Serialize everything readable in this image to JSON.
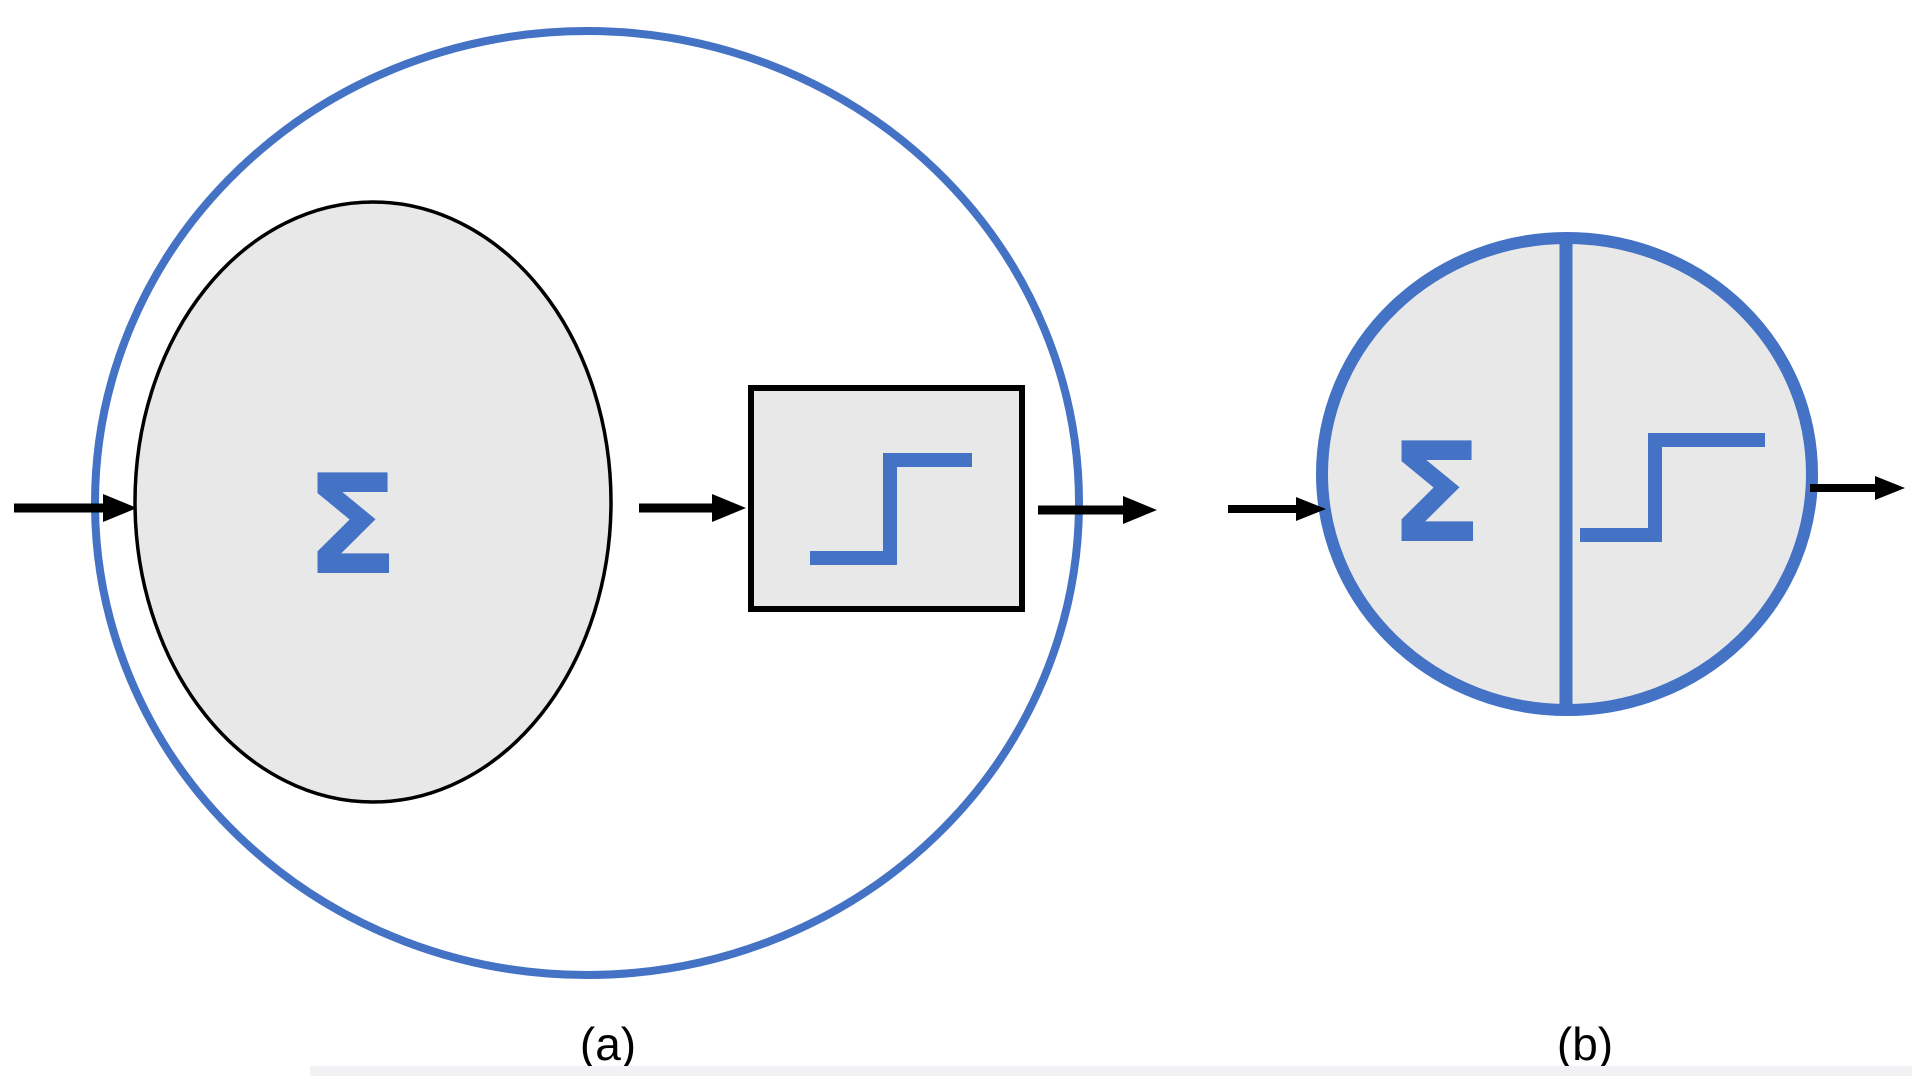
{
  "figure": {
    "type": "diagram",
    "panels": [
      {
        "id": "a",
        "caption": "(a)",
        "sum_symbol": "Σ",
        "icons": [
          "sigma-sum-icon",
          "step-activation-icon"
        ]
      },
      {
        "id": "b",
        "caption": "(b)",
        "sum_symbol": "Σ",
        "icons": [
          "sigma-sum-icon",
          "step-activation-icon"
        ]
      }
    ],
    "colors": {
      "accent_blue": "#4472C4",
      "shape_fill": "#E8E8E9",
      "shape_outline": "#000000",
      "arrow": "#000000",
      "caption_text": "#000000",
      "background": "#FFFFFF",
      "footer_strip": "#F2F2F4"
    }
  }
}
